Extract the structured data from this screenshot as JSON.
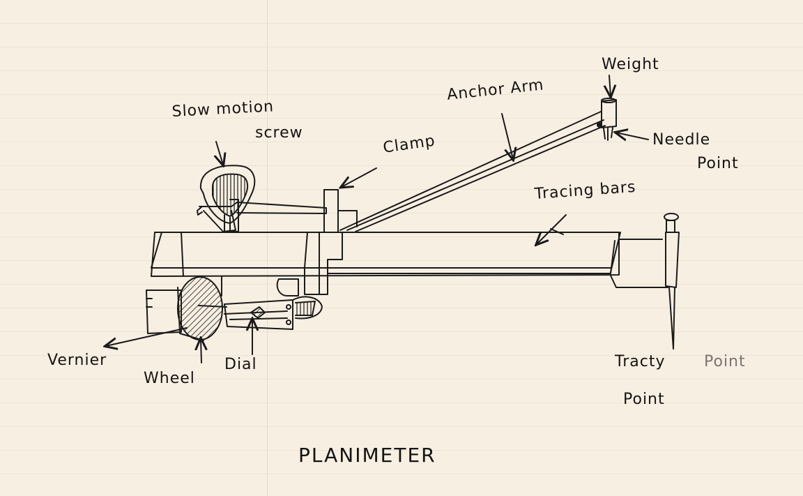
{
  "title": "PLANIMETER",
  "labels": {
    "weight": "Weight",
    "anchor_arm": "Anchor Arm",
    "slow_motion_screw_line1": "Slow motion",
    "slow_motion_screw_line2": "screw",
    "needle_point_line1": "Needle",
    "needle_point_line2": "Point",
    "clamp": "Clamp",
    "tracing_bars": "Tracing bars",
    "vernier": "Vernier",
    "wheel": "Wheel",
    "dial": "Dial",
    "tracing_point_struck": "Tracty",
    "tracing_point_faint": "Point",
    "tracing_point_line2": "Point"
  },
  "colors": {
    "paper": "#f7efe2",
    "ink": "#141414",
    "faint_ink": "#7a7472"
  }
}
